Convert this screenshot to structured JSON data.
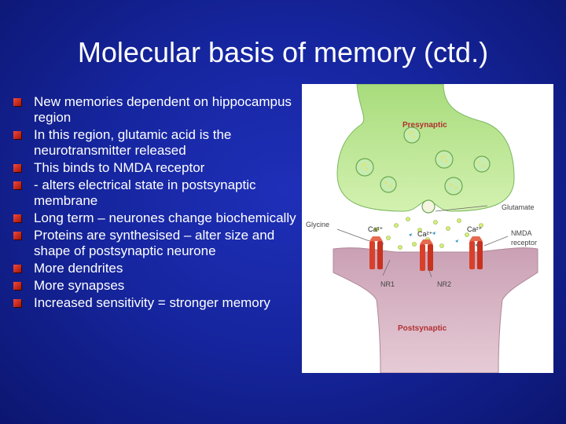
{
  "slide": {
    "title": "Molecular basis of memory (ctd.)",
    "bullets": [
      "New memories dependent on hippocampus region",
      "In this region, glutamic acid is the neurotransmitter released",
      "This binds to NMDA receptor",
      "- alters electrical state in postsynaptic membrane",
      "Long term – neurones change biochemically",
      "Proteins are synthesised – alter size and shape of postsynaptic neurone",
      "More dendrites",
      "More synapses",
      "Increased sensitivity  = stronger memory"
    ]
  },
  "figure": {
    "labels": {
      "presynaptic": "Presynaptic",
      "postsynaptic": "Postsynaptic",
      "glutamate": "Glutamate",
      "glycine": "Glycine",
      "nmda_receptor_line1": "NMDA",
      "nmda_receptor_line2": "receptor",
      "ca_left": "Ca²⁺",
      "ca_center": "Ca²⁺",
      "ca_right": "Ca²⁺",
      "nr1": "NR1",
      "nr2": "NR2"
    },
    "colors": {
      "presynaptic_fill": "#c6ec9a",
      "postsynaptic_fill": "#ddb8c6",
      "receptor": "#d9402a",
      "label_red": "#b03030"
    }
  }
}
